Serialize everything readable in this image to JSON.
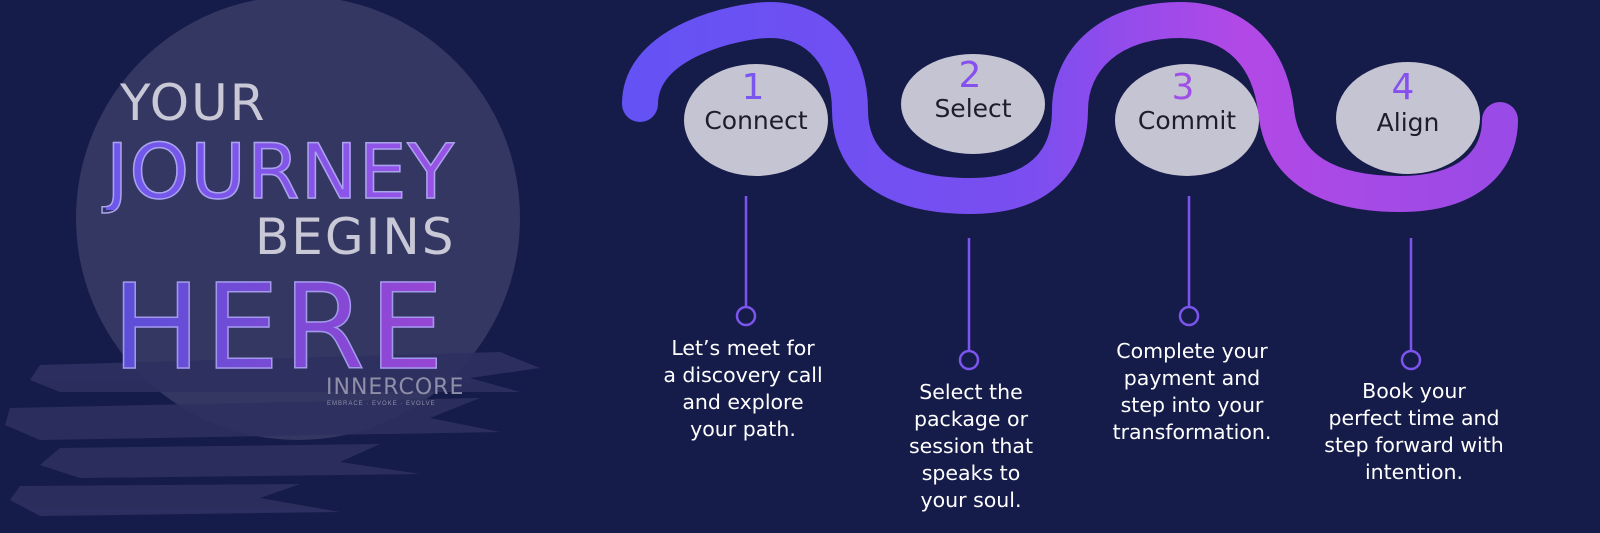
{
  "headline": {
    "line1": "YOUR",
    "line2": "JOURNEY",
    "line3": "BEGINS",
    "line4": "HERE"
  },
  "logo": {
    "name": "INNERCORE",
    "tagline": "EMBRACE · EVOKE · EVOLVE"
  },
  "steps": [
    {
      "number": "1",
      "title": "Connect",
      "description": [
        "Let’s meet for",
        "a discovery call",
        "and explore",
        "your path."
      ]
    },
    {
      "number": "2",
      "title": "Select",
      "description": [
        "Select the",
        "package or",
        "session that",
        "speaks to",
        "your soul."
      ]
    },
    {
      "number": "3",
      "title": "Commit",
      "description": [
        "Complete your",
        "payment and",
        "step into your",
        "transformation."
      ]
    },
    {
      "number": "4",
      "title": "Align",
      "description": [
        "Book your",
        "perfect time and",
        "step forward with",
        "intention."
      ]
    }
  ],
  "colors": {
    "background": "#161c4a",
    "path_start": "#6552f4",
    "path_end": "#b249e6",
    "badge_fill": "#c5c4d2",
    "number_color": "#8a4ef0"
  }
}
